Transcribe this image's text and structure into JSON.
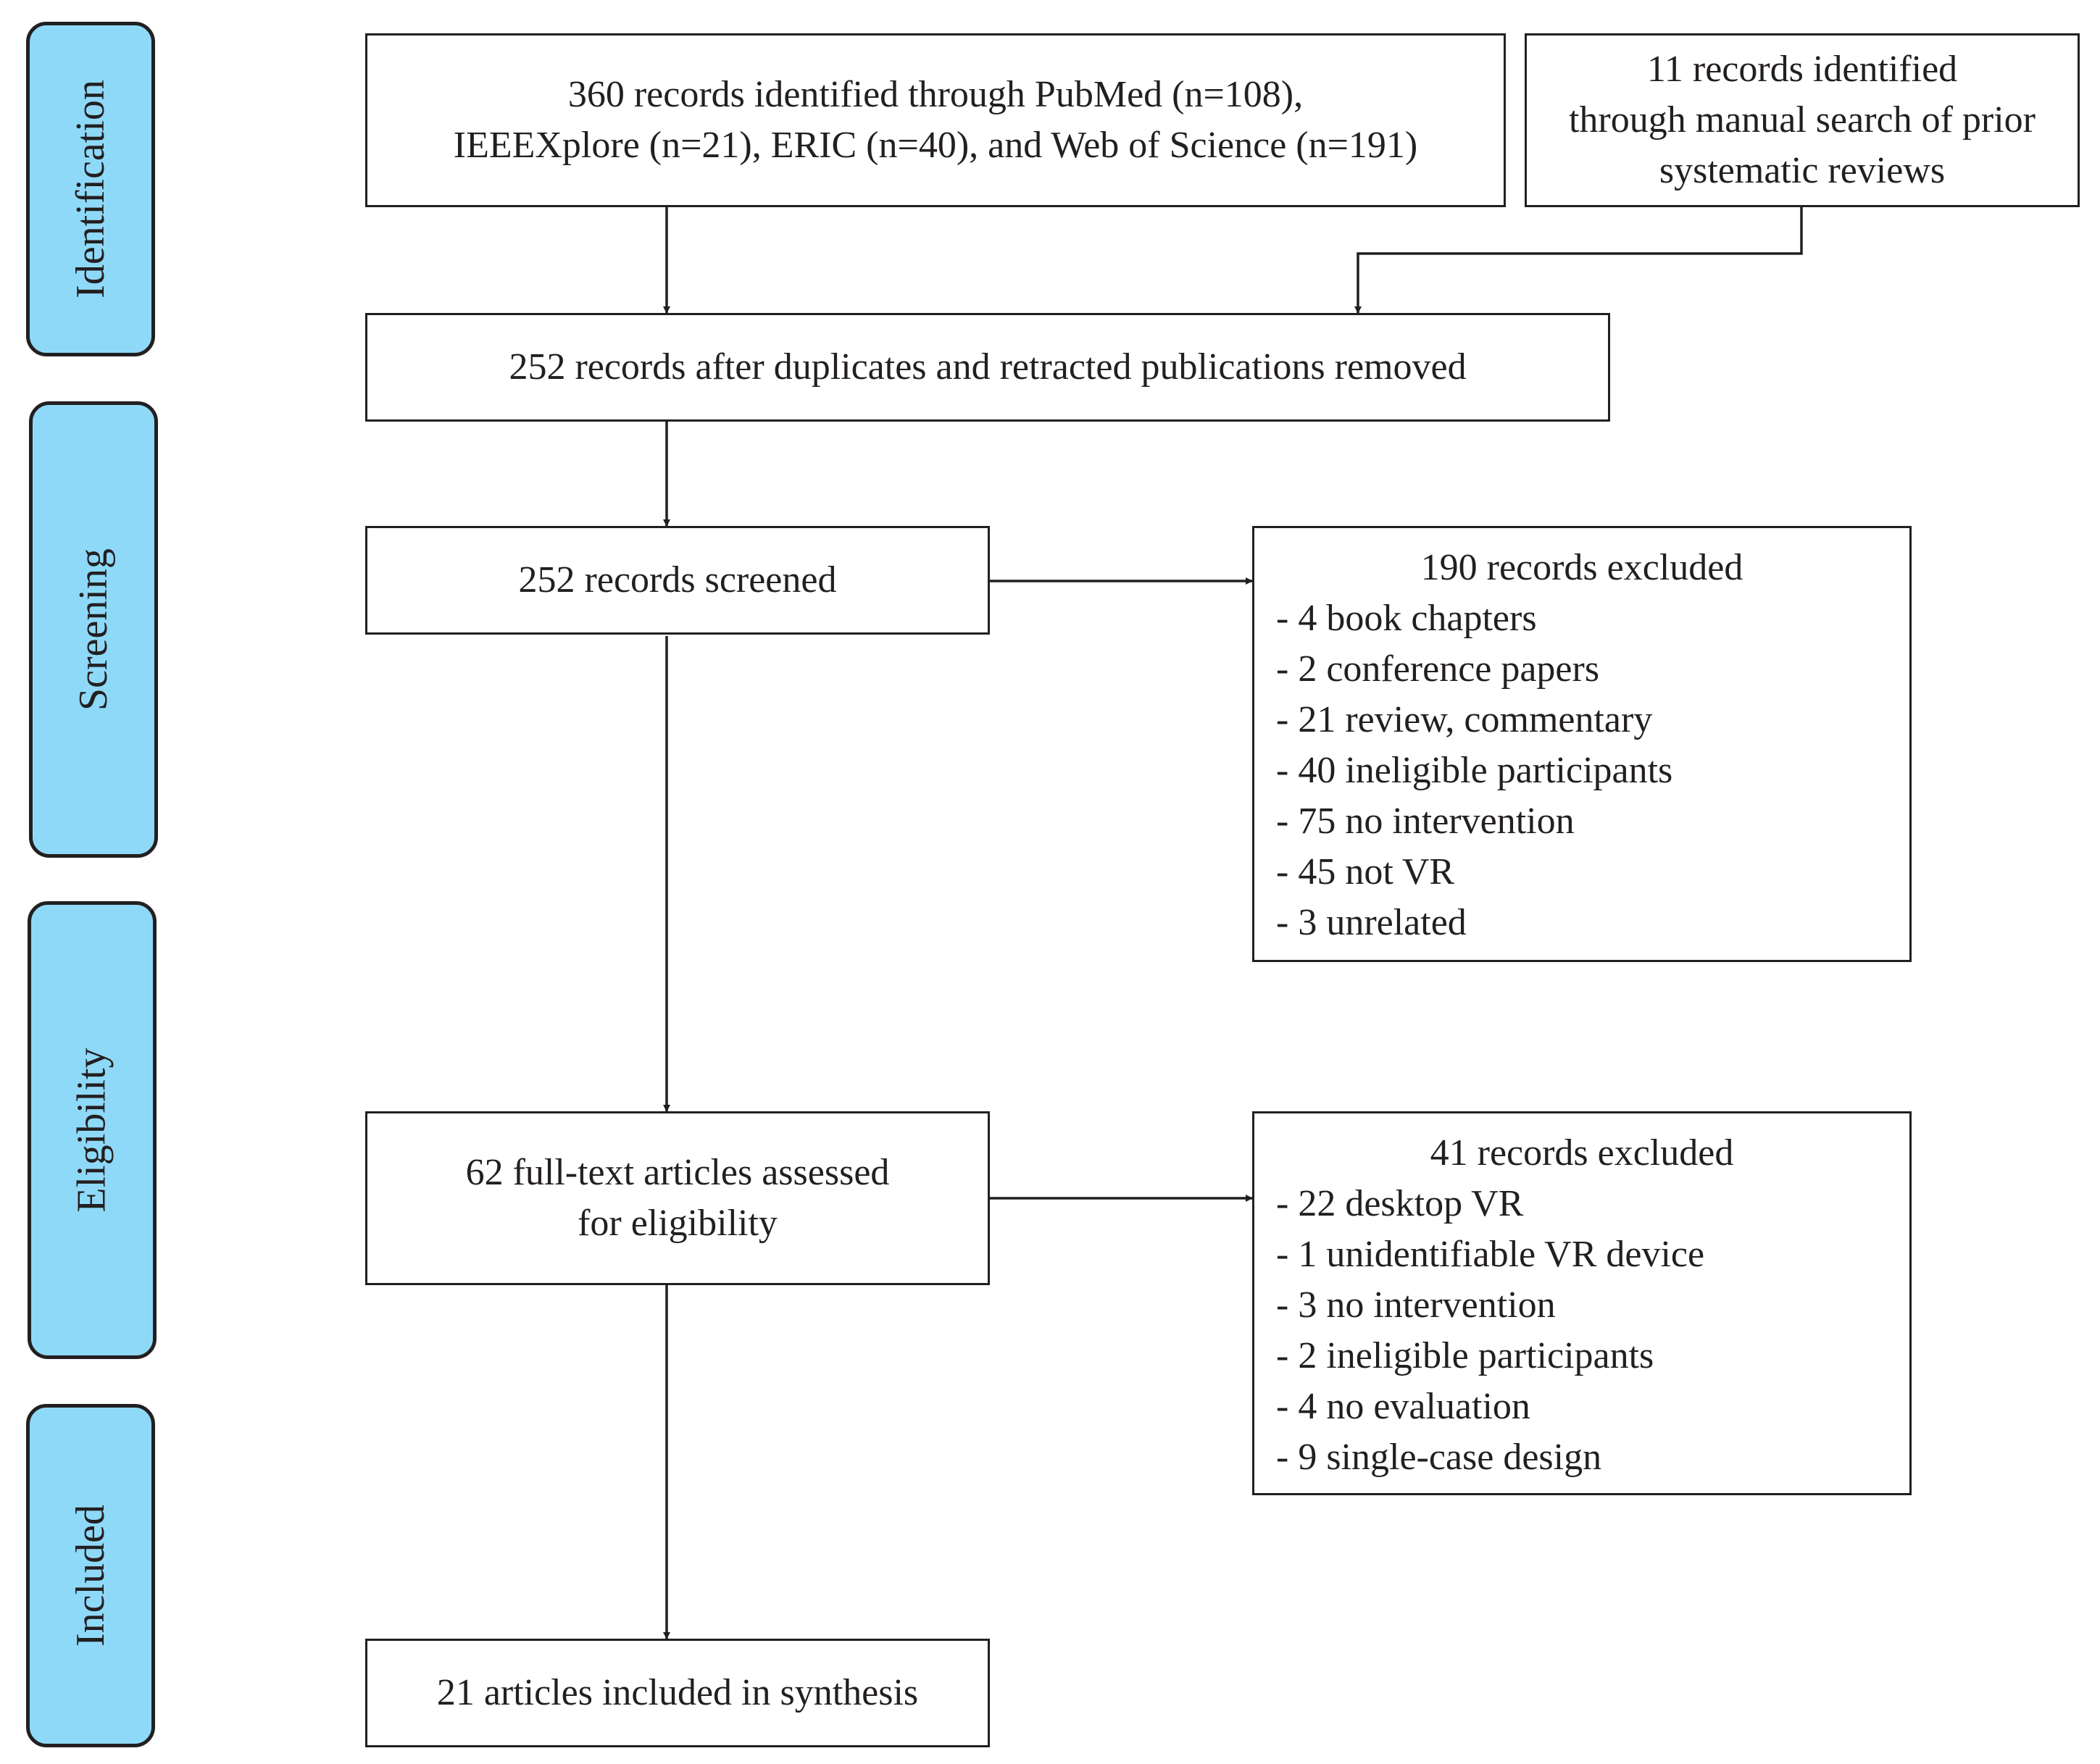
{
  "colors": {
    "stage_fill": "#8fd9f8",
    "stroke": "#231f20",
    "text": "#231f20",
    "background": "#ffffff"
  },
  "stages": {
    "identification": "Identification",
    "screening": "Screening",
    "eligibility": "Eligibility",
    "included": "Included"
  },
  "boxes": {
    "databases": {
      "line1": "360 records identified through PubMed (n=108),",
      "line2": "IEEEXplore (n=21), ERIC (n=40), and Web of Science (n=191)"
    },
    "manual_search": {
      "line1": "11 records identified",
      "line2": "through manual search of prior",
      "line3": "systematic reviews"
    },
    "deduplicated": {
      "text": "252 records after duplicates and retracted publications removed"
    },
    "screened": {
      "text": "252 records screened"
    },
    "screening_excluded": {
      "heading": "190 records excluded",
      "items": [
        "- 4 book chapters",
        "- 2 conference papers",
        "- 21 review, commentary",
        "- 40 ineligible participants",
        "- 75 no intervention",
        "- 45 not VR",
        "- 3 unrelated"
      ]
    },
    "fulltext": {
      "line1": "62 full-text articles assessed",
      "line2": "for eligibility"
    },
    "eligibility_excluded": {
      "heading": "41 records excluded",
      "items": [
        "- 22 desktop VR",
        "- 1 unidentifiable VR device",
        "- 3 no intervention",
        "- 2 ineligible participants",
        "- 4 no evaluation",
        "- 9 single-case design"
      ]
    },
    "included": {
      "text": "21 articles included in synthesis"
    }
  }
}
